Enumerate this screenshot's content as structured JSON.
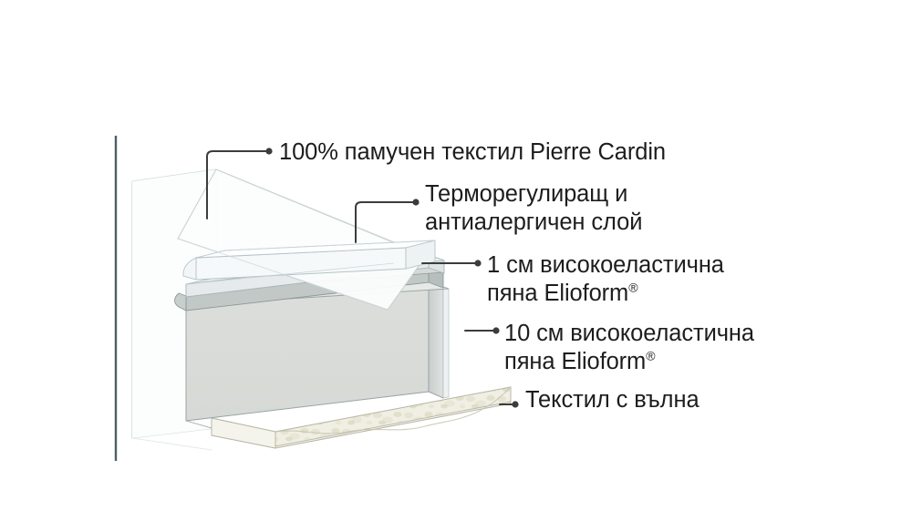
{
  "diagram": {
    "title": "Mattress layer cross-section",
    "background_color": "#ffffff",
    "axis_line_color": "#4b6066",
    "leader_line_color": "#3c3c3c",
    "text_color": "#1d1d1d",
    "labels": [
      {
        "id": "cotton",
        "text": "100% памучен текстил Pierre Cardin",
        "lines": [
          "100% памучен текстил Pierre Cardin"
        ],
        "leader": "elbow-down"
      },
      {
        "id": "thermo",
        "text": "Терморегулиращ и антиалергичен слой",
        "lines": [
          "Терморегулиращ и",
          "антиалергичен слой"
        ],
        "leader": "elbow-down"
      },
      {
        "id": "foam1",
        "text": "1 см високоеластична пяна Elioform®",
        "lines": [
          "1 см високоеластична",
          "пяна Elioform"
        ],
        "trademark": "®",
        "leader": "straight"
      },
      {
        "id": "foam10",
        "text": "10 см високоеластична пяна Elioform®",
        "lines": [
          "10 см високоеластична",
          "пяна Elioform"
        ],
        "trademark": "®",
        "leader": "straight"
      },
      {
        "id": "wool",
        "text": "Текстил с вълна",
        "lines": [
          "Текстил с вълна"
        ],
        "leader": "straight"
      }
    ],
    "layers": [
      {
        "id": "cotton",
        "name": "100% памучен текстил Pierre Cardin",
        "top_color": "#fbfcfc",
        "front_color": "#f4f7f7",
        "edge_color": "#9fb4bb"
      },
      {
        "id": "thermo",
        "name": "Терморегулиращ и антиалергичен слой",
        "top_color": "#f0f3f3",
        "front_color": "#e4e9ea",
        "edge_color": "#9fb4bb"
      },
      {
        "id": "foam1",
        "name": "1 см високоеластична пяна Elioform",
        "top_color": "#d4d8d6",
        "front_color": "#bcc3c2",
        "edge_color": "#8e9a9b"
      },
      {
        "id": "foam10",
        "name": "10 см високоеластична пяна Elioform",
        "top_color": "#e3e6e3",
        "front_color": "#dadcd8",
        "edge_color": "#8e9a9b"
      },
      {
        "id": "wool",
        "name": "Текстил с вълна",
        "top_color": "#f3f2ea",
        "front_color": "#efeee3",
        "edge_color": "#b9b8a6"
      }
    ]
  }
}
